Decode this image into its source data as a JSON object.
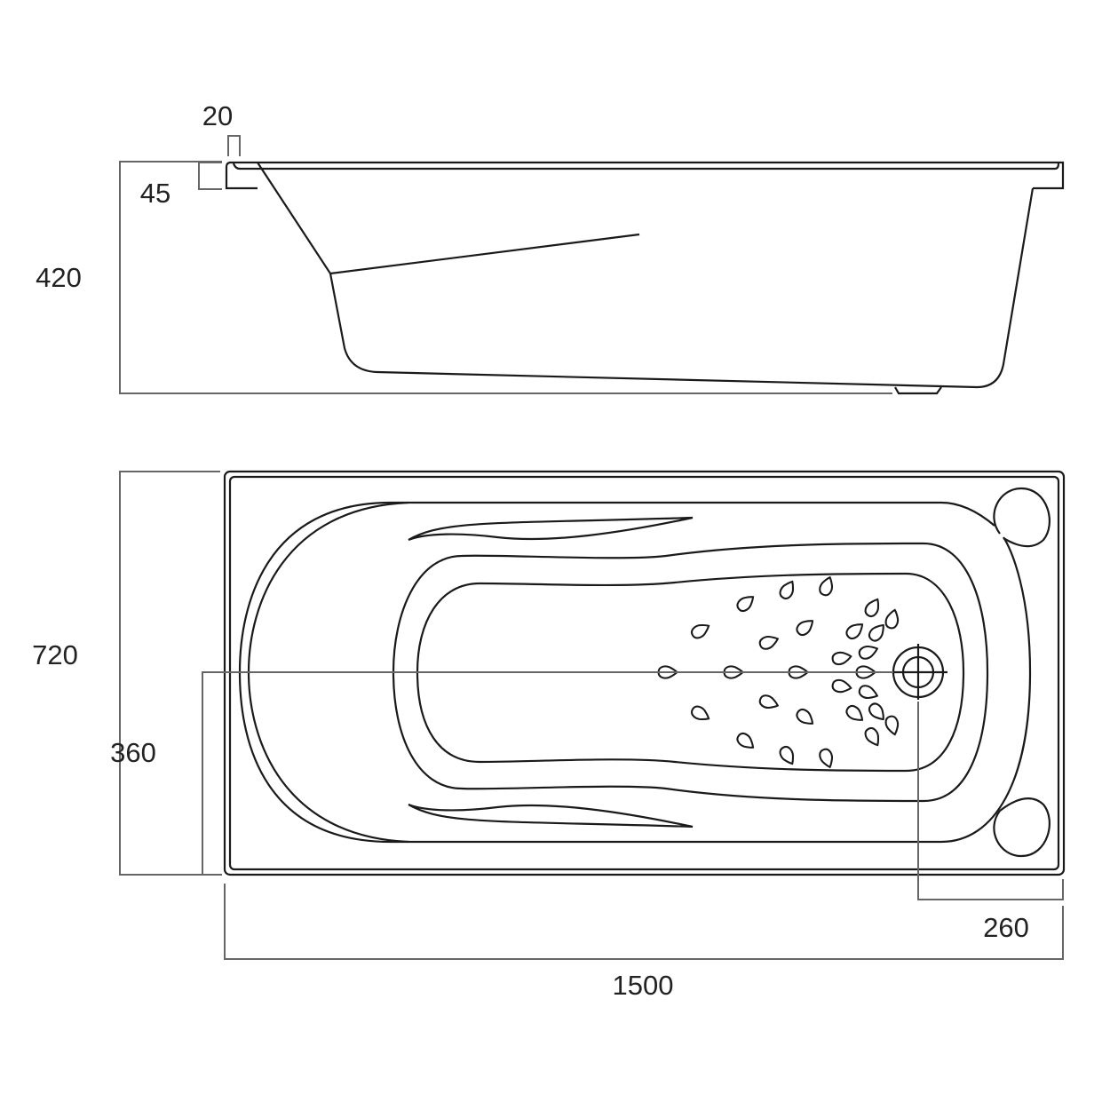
{
  "diagram": {
    "title": "Bathtub dimension drawing",
    "side_view": {
      "rim_width_label": "20",
      "rim_height_label": "45",
      "height_label": "420"
    },
    "top_view": {
      "width_label": "720",
      "half_width_label": "360",
      "drain_offset_label": "260",
      "length_label": "1500"
    },
    "colors": {
      "line": "#1a1a1a",
      "dimension": "#666666"
    }
  }
}
